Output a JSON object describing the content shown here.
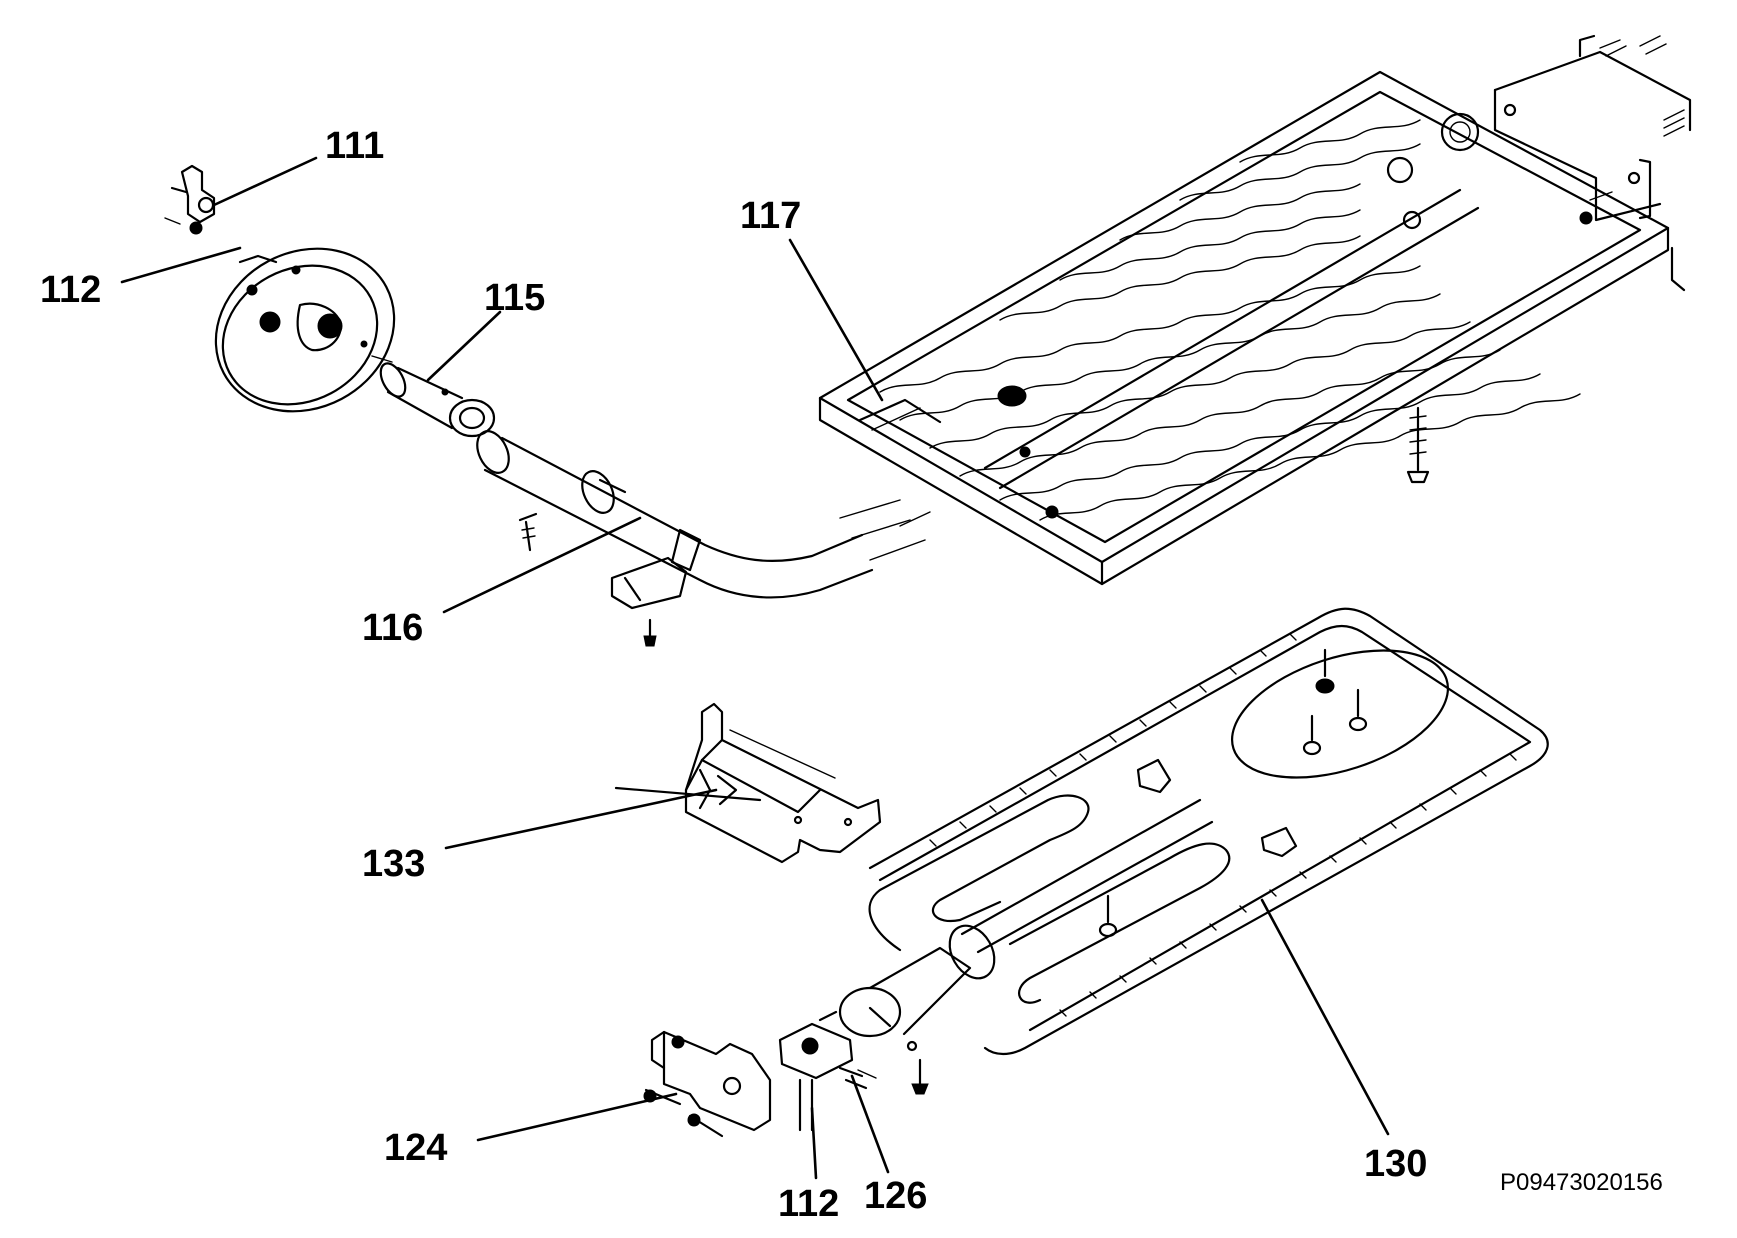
{
  "diagram": {
    "figure_code": "P09473020156",
    "callouts": {
      "c111": "111",
      "c112_top": "112",
      "c115": "115",
      "c116": "116",
      "c117": "117",
      "c133": "133",
      "c130": "130",
      "c124": "124",
      "c112_bottom": "112",
      "c126": "126"
    },
    "colors": {
      "ink": "#000000",
      "paper": "#ffffff"
    }
  }
}
